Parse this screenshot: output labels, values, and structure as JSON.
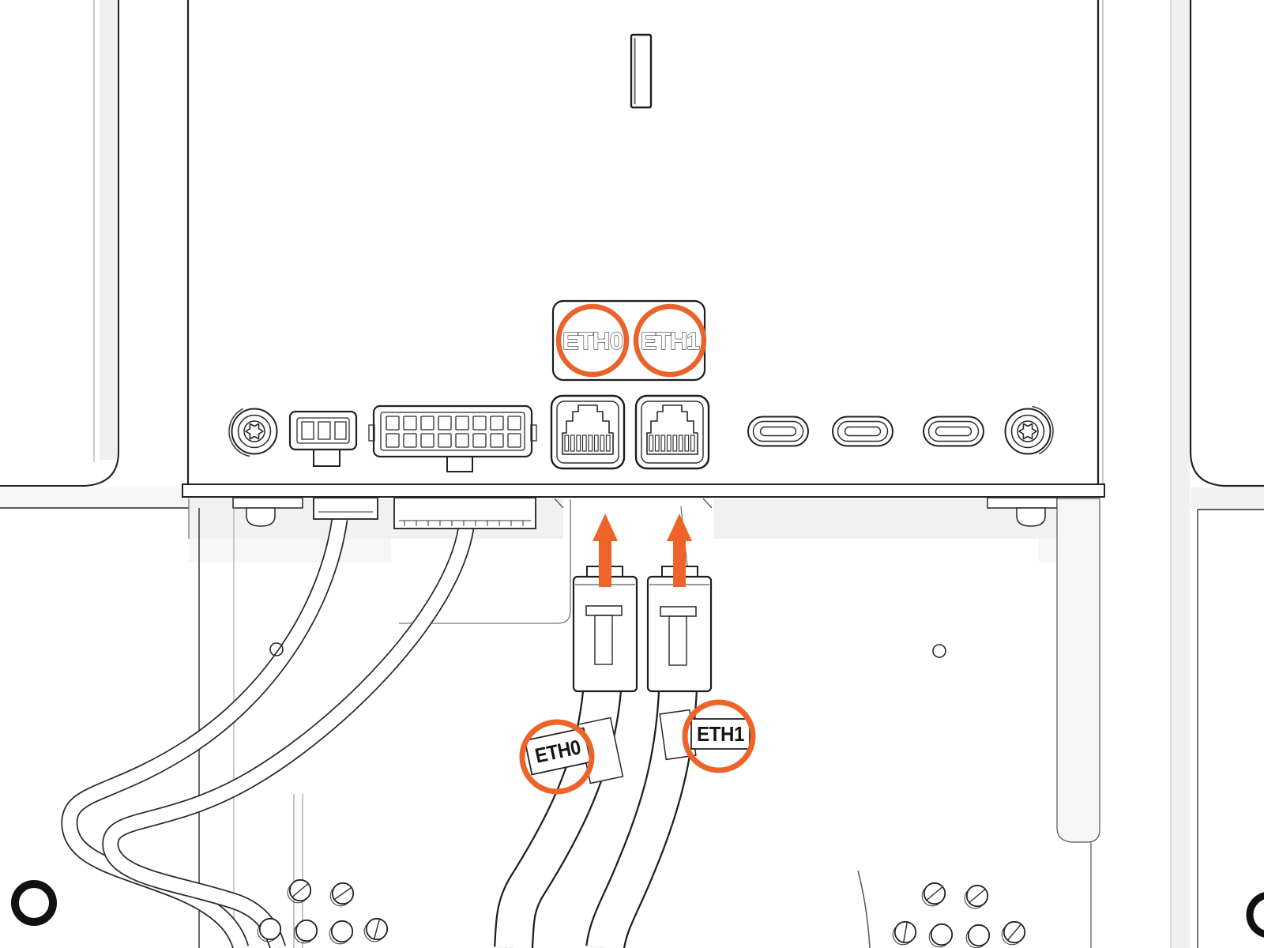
{
  "illustration": {
    "type": "hardware-rear-panel-ethernet-cabling-diagram",
    "accent_color": "#ED6428",
    "line_color": "#222222",
    "shadow_color": "#F1F1F1",
    "panel_plate": {
      "eth0_label": "ETH0",
      "eth1_label": "ETH1"
    },
    "cable_tags": {
      "eth0_label": "ETH0",
      "eth1_label": "ETH1"
    },
    "ports": {
      "left_screw": "torx-screw",
      "power_connector": "3-pin-power-socket",
      "io_connector": "16-pin-io-socket",
      "eth0_port": "rj45-ethernet-port",
      "eth1_port": "rj45-ethernet-port",
      "usb_ports": [
        "usb-c-port",
        "usb-c-port",
        "usb-c-port"
      ],
      "right_screw": "torx-screw"
    },
    "annotations": {
      "arrow_meaning": "insert-plug-upward",
      "arrow_count": 2,
      "highlight_ring_count": 4
    }
  }
}
